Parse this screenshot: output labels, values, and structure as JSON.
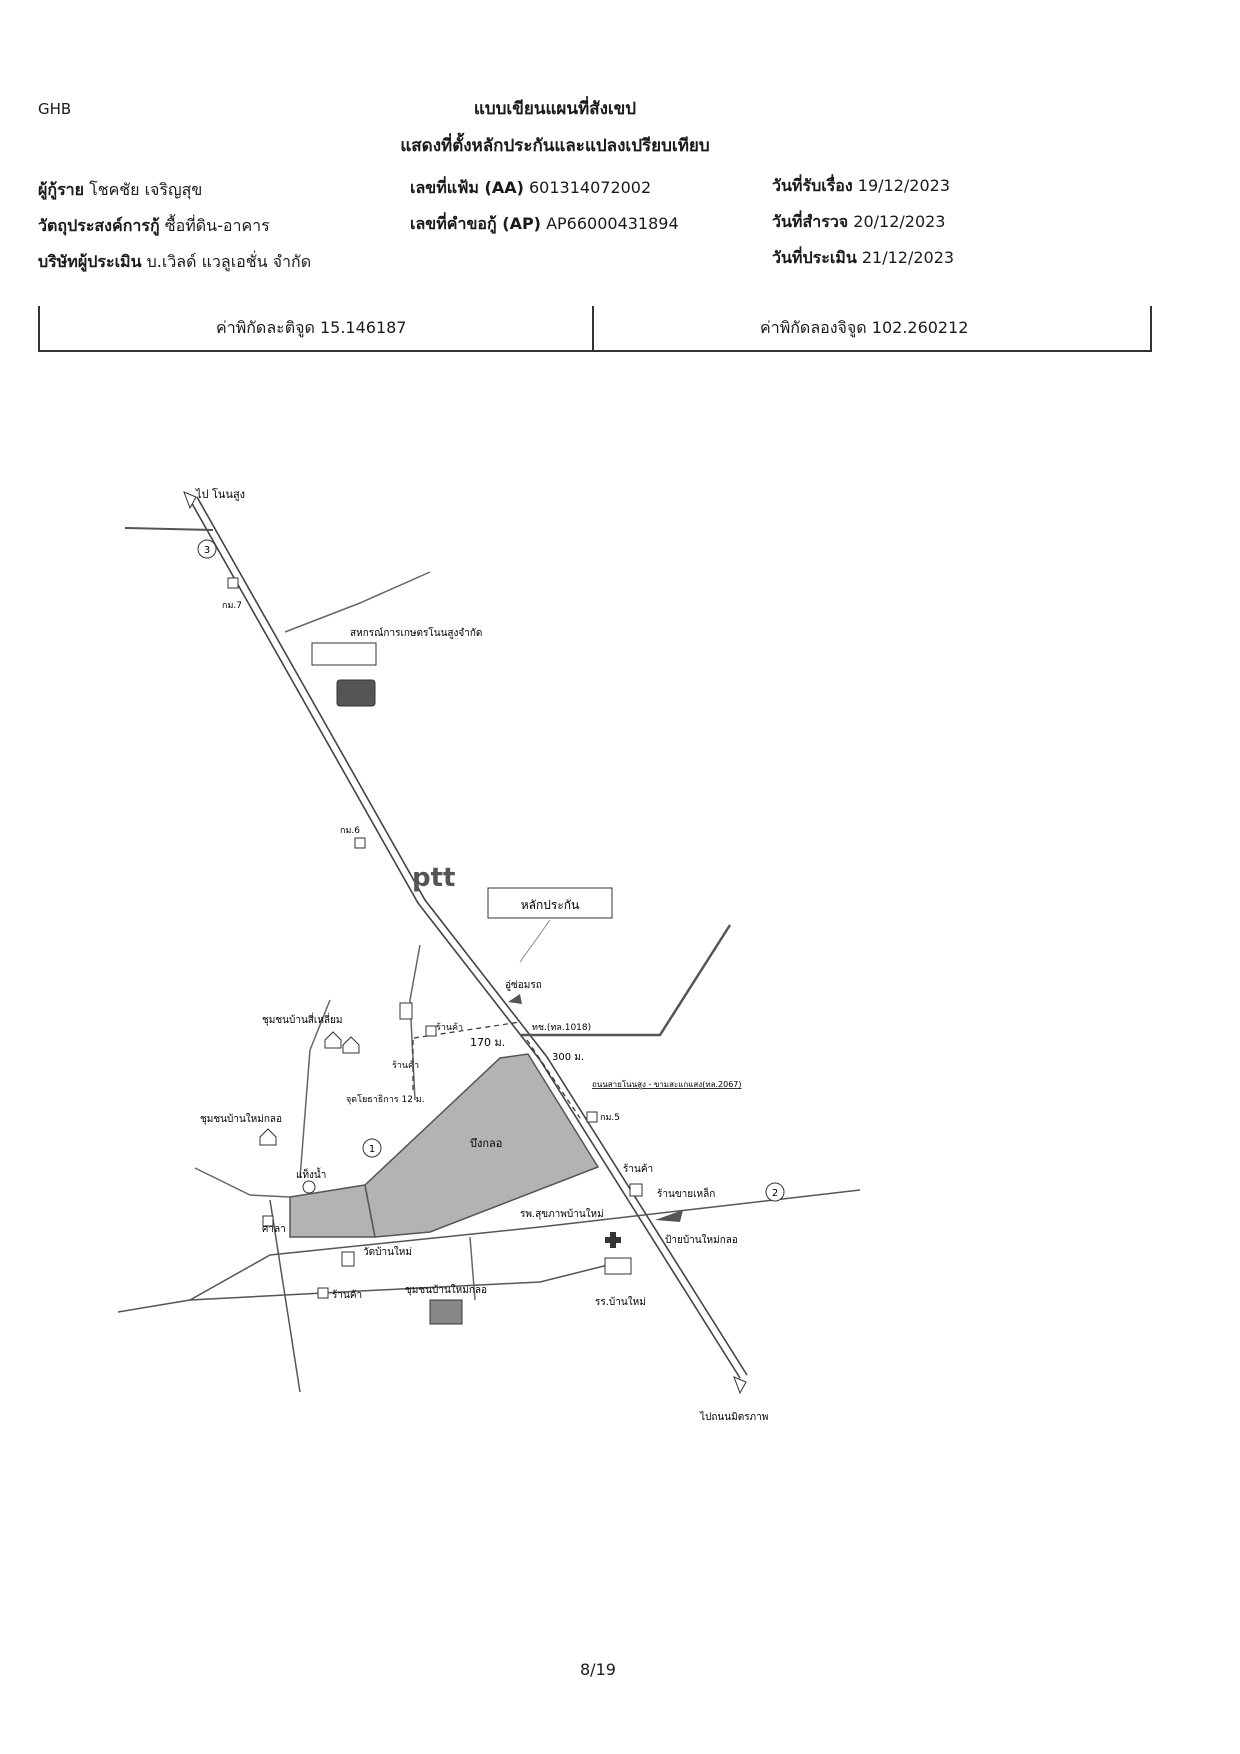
{
  "header": {
    "bank": "GHB",
    "title": "แบบเขียนแผนที่สังเขป",
    "subtitle": "แสดงที่ตั้งหลักประกันและแปลงเปรียบเทียบ"
  },
  "info": {
    "borrower_label": "ผู้กู้ราย",
    "borrower_value": "โชคชัย เจริญสุข",
    "purpose_label": "วัตถุประสงค์การกู้",
    "purpose_value": "ซื้อที่ดิน-อาคาร",
    "company_label": "บริษัทผู้ประเมิน",
    "company_value": "บ.เวิลด์ แวลูเอชั่น จำกัด",
    "file_label": "เลขที่แฟ้ม (AA)",
    "file_value": "601314072002",
    "request_label": "เลขที่คำขอกู้ (AP)",
    "request_value": "AP66000431894",
    "received_label": "วันที่รับเรื่อง",
    "received_value": "19/12/2023",
    "survey_label": "วันที่สำรวจ",
    "survey_value": "20/12/2023",
    "appraisal_label": "วันที่ประเมิน",
    "appraisal_value": "21/12/2023"
  },
  "coordinates": {
    "latitude": "ค่าพิกัดละติจูด 15.146187",
    "longitude": "ค่าพิกัดลองจิจูด 102.260212"
  },
  "map": {
    "to_nonsung": "ไป โนนสูง",
    "km7": "กม.7",
    "coop": "สหกรณ์การเกษตรโนนสูงจำกัด",
    "km6": "กม.6",
    "ptt": "ptt",
    "collateral": "หลักประกัน",
    "garage": "อู่ซ่อมรถ",
    "road_1018": "ทช.(ทล.1018)",
    "dist_170": "170 ม.",
    "dist_300": "300 ม.",
    "road_2067": "ถนนสายโนนสูง - ขามสะแกแสง(ทล.2067)",
    "km5": "กม.5",
    "community_samlium": "ชุมชนบ้านสี่เหลี่ยม",
    "shop1": "ร้านค้า",
    "shop2": "ร้านค้า",
    "shop3": "ร้านค้า",
    "shop4": "ร้านค้า",
    "soil": "จุดโยธาธิการ 12 ม.",
    "community_maiklo": "ชุมชนบ้านใหม่กลอ",
    "pond": "บึงกลอ",
    "water": "แท็งน้ำ",
    "sala": "ศาลา",
    "temple": "วัดบ้านใหม่",
    "community_maiklo2": "ชุมชนบ้านใหม่กลอ",
    "hospital": "รพ.สุขภาพบ้านใหม่",
    "steel": "ร้านขายเหล็ก",
    "sign": "ป้ายบ้านใหม่กลอ",
    "school": "รร.บ้านใหม่",
    "to_nonnimit": "ไปถนนมิตรภาพ",
    "marker1": "1",
    "marker2": "2",
    "marker3": "3"
  },
  "footer": {
    "page": "8/19"
  }
}
